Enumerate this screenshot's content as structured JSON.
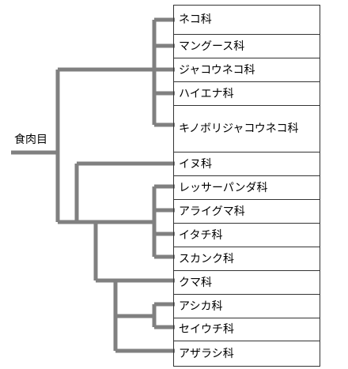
{
  "root_label": "食肉目",
  "taxa": [
    "ネコ科",
    "マングース科",
    "ジャコウネコ科",
    "ハイエナ科",
    "キノボリジャコウネコ科",
    "イヌ科",
    "レッサーパンダ科",
    "アライグマ科",
    "イタチ科",
    "スカンク科",
    "クマ科",
    "アシカ科",
    "セイウチ科",
    "アザラシ科"
  ],
  "branch_color": "#808080"
}
